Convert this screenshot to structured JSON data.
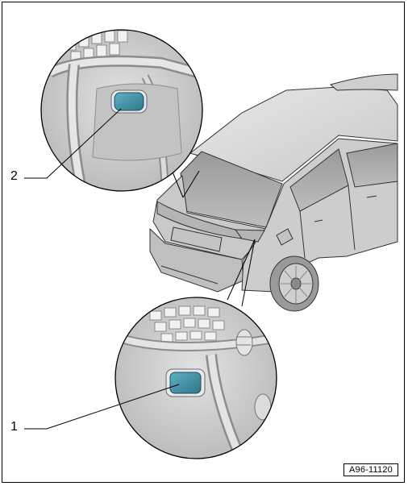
{
  "figure": {
    "id_label": "A96-11120",
    "callouts": [
      {
        "number": "1"
      },
      {
        "number": "2"
      }
    ],
    "colors": {
      "component_highlight": "#3e8fa3",
      "line": "#000000",
      "body_fill": "#d4d4d4"
    }
  }
}
